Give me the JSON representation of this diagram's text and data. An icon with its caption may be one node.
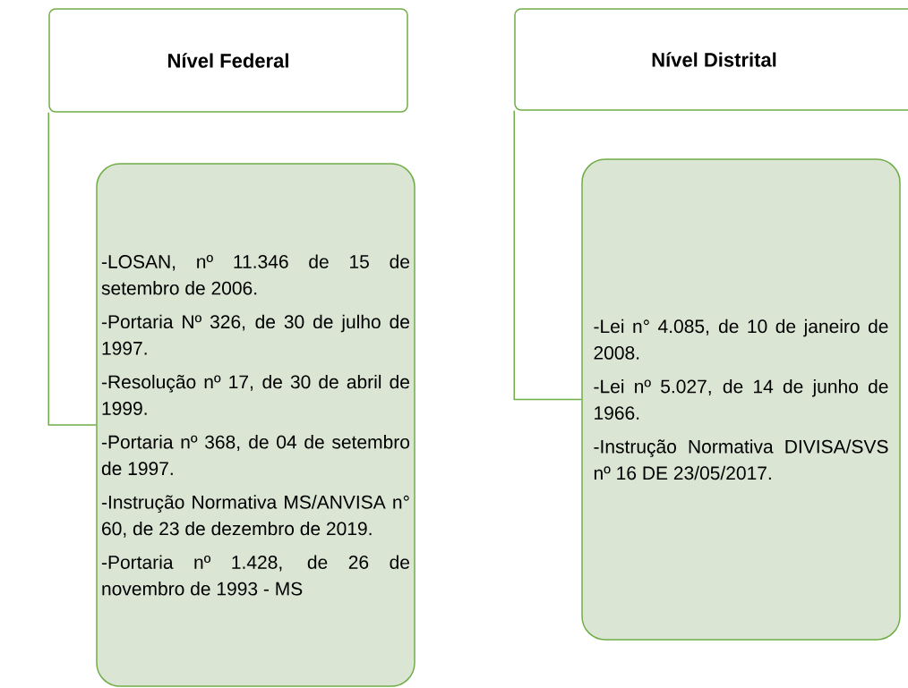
{
  "diagram": {
    "nodes": [
      {
        "text": [
          "Nível Federal"
        ]
      },
      {
        "text": [
          "-LOSAN, nº 11.346 de 15 de setembro de 2006.",
          "-Portaria Nº 326, de 30 de julho de 1997.",
          "-Resolução nº 17, de 30 de abril de 1999.",
          "-Portaria nº 368, de 04 de setembro de 1997.",
          "-Instrução Normativa MS/ANVISA n° 60, de 23 de dezembro de 2019.",
          "-Portaria nº 1.428, de 26 de novembro de 1993 - MS"
        ]
      },
      {
        "text": [
          "Nível Distrital"
        ]
      },
      {
        "text": [
          "-Lei n° 4.085, de 10 de janeiro de 2008.",
          "-Lei nº 5.027, de 14 de junho de 1966.",
          "-Instrução Normativa DIVISA/SVS nº 16 DE 23/05/2017."
        ]
      }
    ],
    "edges": [
      {
        "from": 0,
        "to": 1,
        "arrow": "none"
      },
      {
        "from": 2,
        "to": 3,
        "arrow": "none"
      }
    ]
  }
}
